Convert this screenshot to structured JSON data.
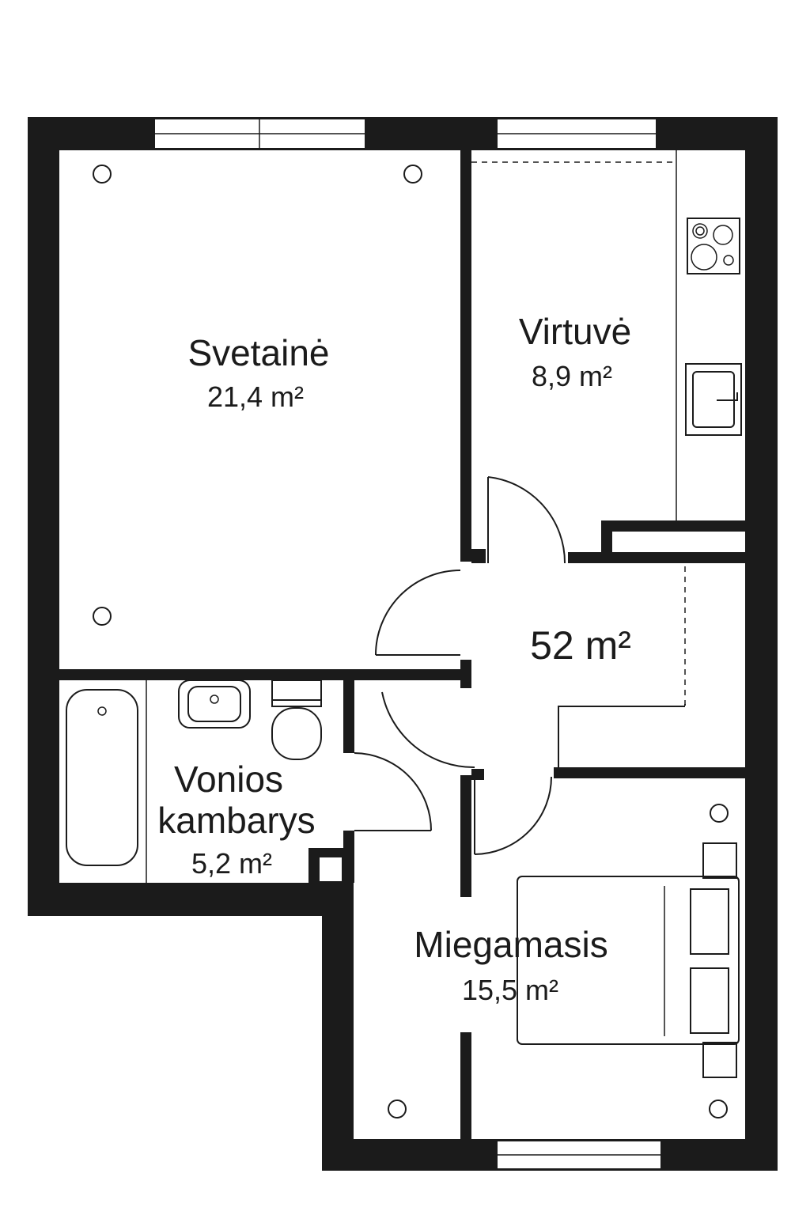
{
  "rooms": {
    "living": {
      "name": "Svetainė",
      "area": "21,4 m²"
    },
    "kitchen": {
      "name": "Virtuvė",
      "area": "8,9 m²"
    },
    "bathroom": {
      "name_line1": "Vonios",
      "name_line2": "kambarys",
      "area": "5,2 m²"
    },
    "bedroom": {
      "name": "Miegamasis",
      "area": "15,5 m²"
    }
  },
  "total_area": "52 m²",
  "colors": {
    "wall": "#1b1b1b",
    "background": "#ffffff"
  }
}
